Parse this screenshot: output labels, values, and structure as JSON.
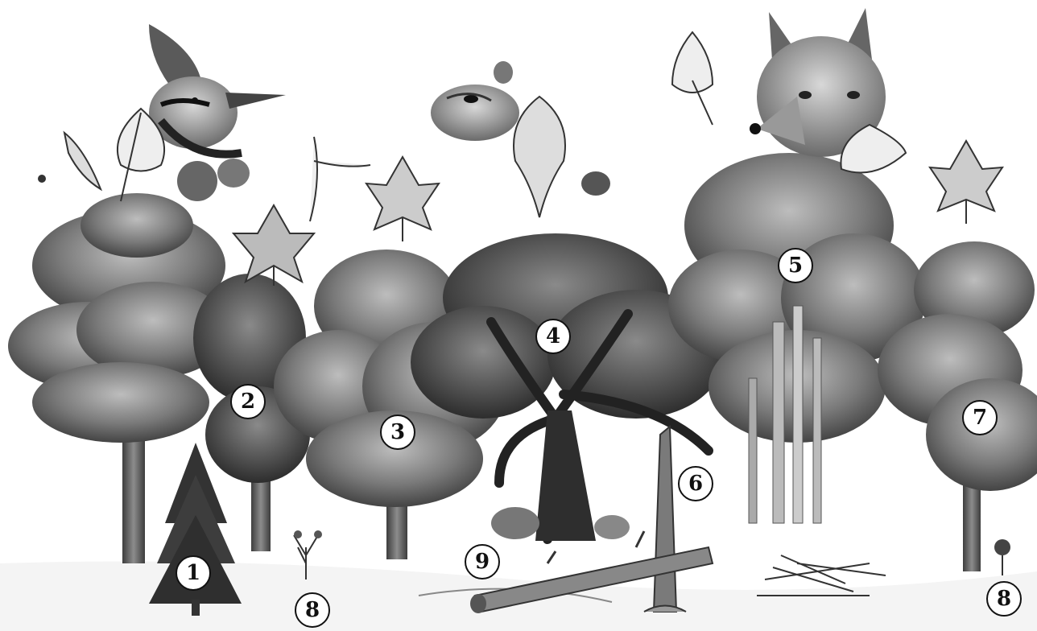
{
  "scene": {
    "palette": {
      "foliage_dark": "#3a3a3a",
      "foliage_mid": "#6e6e6e",
      "foliage_light": "#a8a8a8",
      "trunk": "#555555",
      "ink": "#111111"
    },
    "animals": [
      {
        "name": "woodpecker-illustration"
      },
      {
        "name": "chipmunk-illustration"
      },
      {
        "name": "fox-illustration"
      }
    ],
    "leaves": [
      {
        "name": "leaf-icon"
      },
      {
        "name": "leaf-icon"
      },
      {
        "name": "maple-leaf-icon"
      },
      {
        "name": "maple-leaf-icon"
      },
      {
        "name": "oak-leaf-icon"
      },
      {
        "name": "acorn-icon"
      },
      {
        "name": "maple-leaf-icon"
      },
      {
        "name": "leaf-icon"
      },
      {
        "name": "leaf-icon"
      },
      {
        "name": "pine-cone-icon"
      },
      {
        "name": "seed-samara-icon"
      }
    ]
  },
  "markers": [
    {
      "id": "1",
      "label": "1"
    },
    {
      "id": "2",
      "label": "2"
    },
    {
      "id": "3",
      "label": "3"
    },
    {
      "id": "4",
      "label": "4"
    },
    {
      "id": "5",
      "label": "5"
    },
    {
      "id": "6",
      "label": "6"
    },
    {
      "id": "7",
      "label": "7"
    },
    {
      "id": "8a",
      "label": "8"
    },
    {
      "id": "8b",
      "label": "8"
    },
    {
      "id": "9",
      "label": "9"
    }
  ]
}
